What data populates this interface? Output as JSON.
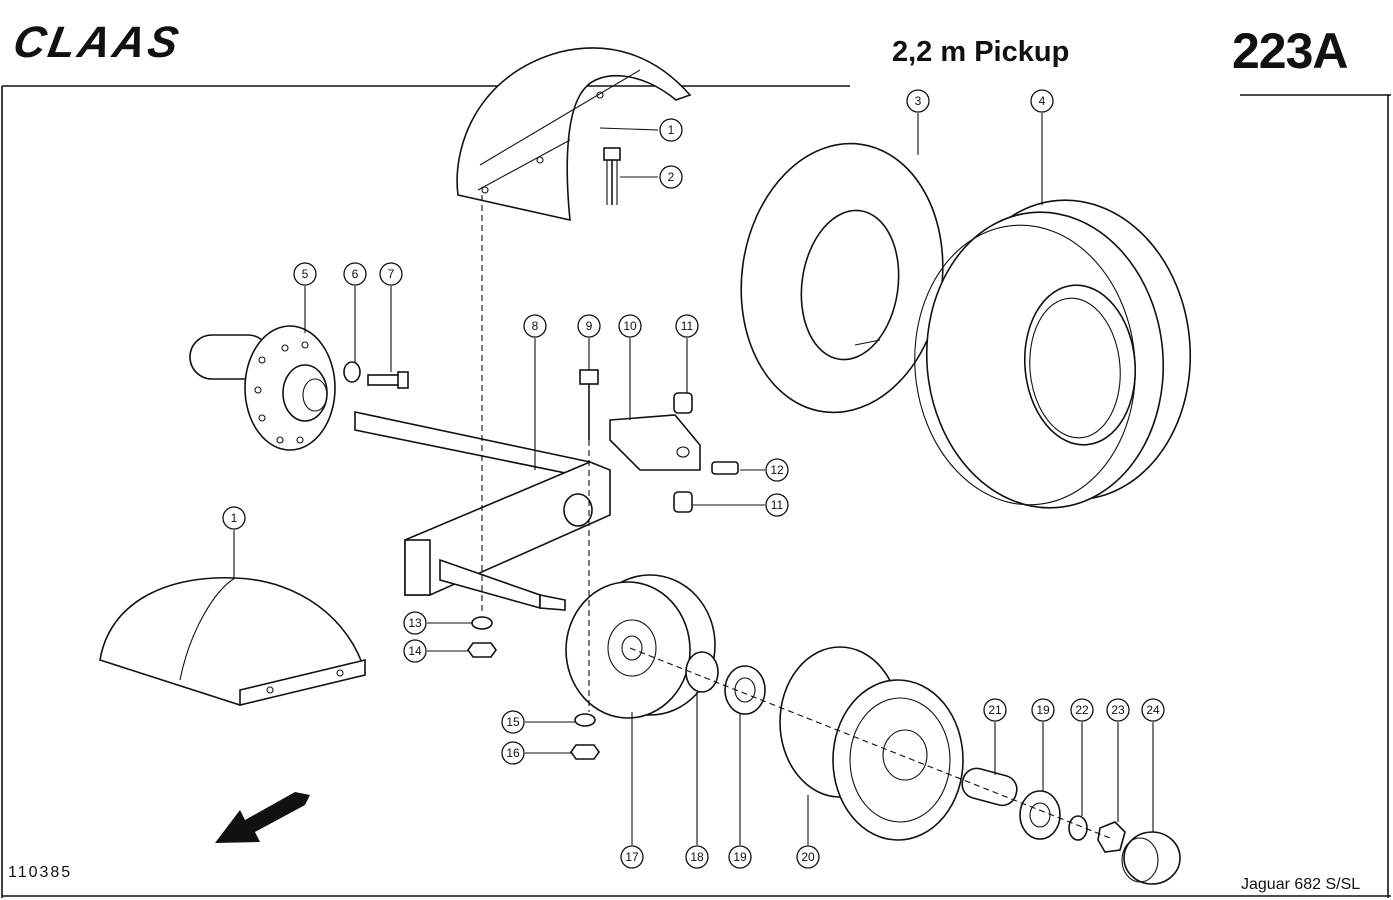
{
  "header": {
    "logo": "CLAAS",
    "title": "2,2 m Pickup",
    "code": "223A"
  },
  "footer": {
    "drawing_number": "110385",
    "model": "Jaguar 682 S/SL"
  },
  "callouts": [
    {
      "id": "c1a",
      "label": "1"
    },
    {
      "id": "c2",
      "label": "2"
    },
    {
      "id": "c3",
      "label": "3"
    },
    {
      "id": "c4",
      "label": "4"
    },
    {
      "id": "c5",
      "label": "5"
    },
    {
      "id": "c6",
      "label": "6"
    },
    {
      "id": "c7",
      "label": "7"
    },
    {
      "id": "c8",
      "label": "8"
    },
    {
      "id": "c9",
      "label": "9"
    },
    {
      "id": "c10",
      "label": "10"
    },
    {
      "id": "c11a",
      "label": "11"
    },
    {
      "id": "c12",
      "label": "12"
    },
    {
      "id": "c11b",
      "label": "11"
    },
    {
      "id": "c1b",
      "label": "1"
    },
    {
      "id": "c13",
      "label": "13"
    },
    {
      "id": "c14",
      "label": "14"
    },
    {
      "id": "c15",
      "label": "15"
    },
    {
      "id": "c16",
      "label": "16"
    },
    {
      "id": "c17",
      "label": "17"
    },
    {
      "id": "c18",
      "label": "18"
    },
    {
      "id": "c19a",
      "label": "19"
    },
    {
      "id": "c20",
      "label": "20"
    },
    {
      "id": "c21",
      "label": "21"
    },
    {
      "id": "c19b",
      "label": "19"
    },
    {
      "id": "c22",
      "label": "22"
    },
    {
      "id": "c23",
      "label": "23"
    },
    {
      "id": "c24",
      "label": "24"
    }
  ]
}
